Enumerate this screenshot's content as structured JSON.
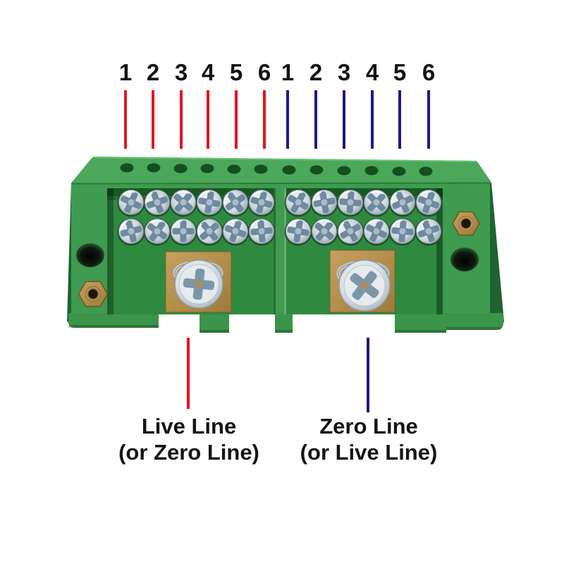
{
  "figure": {
    "type": "annotated-product-diagram",
    "subject": "2-way 12-terminal power distribution terminal block, green housing"
  },
  "annotations": {
    "top_numbers": [
      "1",
      "2",
      "3",
      "4",
      "5",
      "6",
      "1",
      "2",
      "3",
      "4",
      "5",
      "6"
    ],
    "left_group_count": "6",
    "right_group_count": "6",
    "left_label": {
      "line1": "Live Line",
      "line2": "(or Zero Line)"
    },
    "right_label": {
      "line1": "Zero Line",
      "line2": "(or Live Line)"
    }
  },
  "colors": {
    "live_line_red": "#e8131d",
    "zero_line_blue": "#1d1989",
    "label_black": "#141414",
    "housing_green_front": "#3f9b4f",
    "housing_green_top": "#4ba85b",
    "housing_green_side": "#1e6330",
    "recess_green": "#2e8a3f",
    "brass": "#b8924e",
    "screw_silver": "#d9e0e4",
    "background": "#ffffff"
  }
}
